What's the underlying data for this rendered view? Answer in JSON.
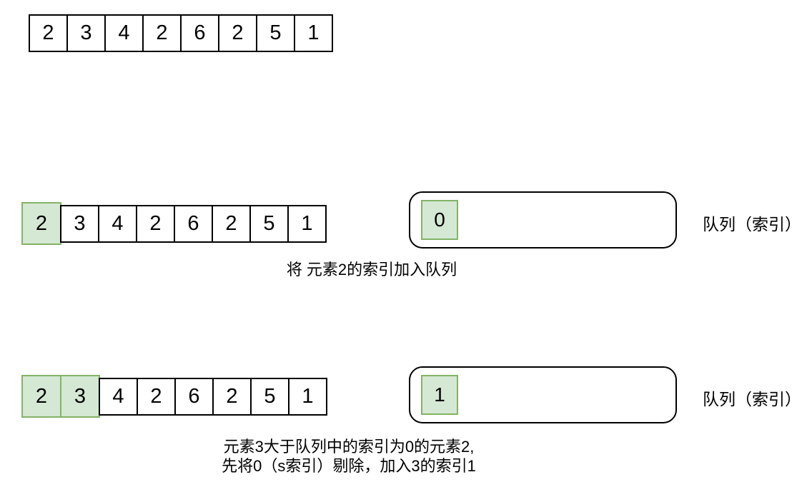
{
  "array": {
    "values": [
      "2",
      "3",
      "4",
      "2",
      "6",
      "2",
      "5",
      "1"
    ]
  },
  "rows": [
    {
      "name": "initial",
      "highlighted_indices": []
    },
    {
      "name": "step1",
      "highlighted_indices": [
        0
      ]
    },
    {
      "name": "step2",
      "highlighted_indices": [
        0,
        1
      ]
    }
  ],
  "queues": [
    {
      "value": "0",
      "label": "队列（索引）"
    },
    {
      "value": "1",
      "label": "队列（索引）"
    }
  ],
  "captions": {
    "step1": "将 元素2的索引加入队列",
    "step2_line1": "元素3大于队列中的索引为0的元素2,",
    "step2_line2": "先将0（s索引）剔除，加入3的索引1"
  },
  "colors": {
    "highlight_fill": "#d5e8d4",
    "highlight_border": "#82b366",
    "cell_border": "#000000",
    "background": "#ffffff",
    "text": "#000000"
  }
}
